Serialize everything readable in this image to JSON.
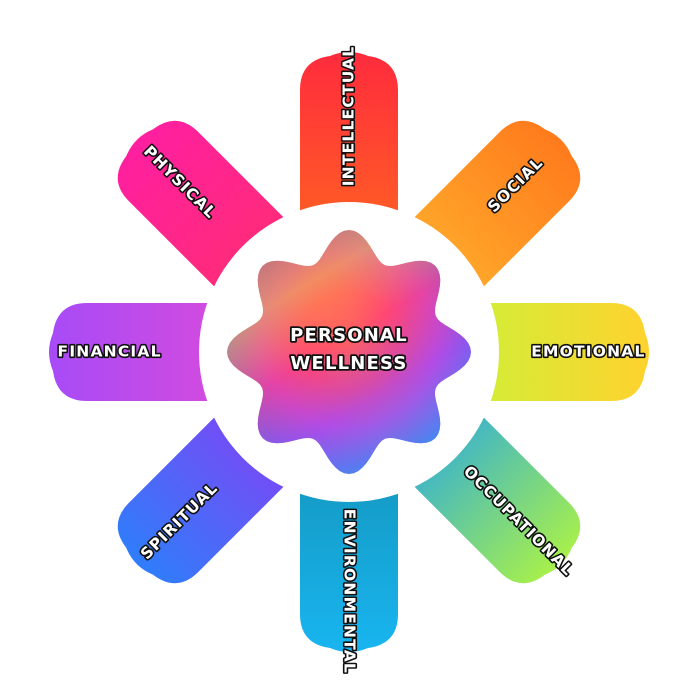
{
  "diagram": {
    "center": {
      "line1": "PERSONAL",
      "line2": "WELLNESS"
    },
    "petals": [
      {
        "key": "intellectual",
        "label": "INTELLECTUAL",
        "color_a": "#ff2b3d",
        "color_b": "#ff6a1f"
      },
      {
        "key": "social",
        "label": "SOCIAL",
        "color_a": "#ff7a1c",
        "color_b": "#ffb52e"
      },
      {
        "key": "emotional",
        "label": "EMOTIONAL",
        "color_a": "#ffd22e",
        "color_b": "#c6f53a"
      },
      {
        "key": "occupational",
        "label": "OCCUPATIONAL",
        "color_a": "#a8f04a",
        "color_b": "#1fa3ee"
      },
      {
        "key": "environmental",
        "label": "ENVIRONMENTAL",
        "color_a": "#19b5f0",
        "color_b": "#1393b8"
      },
      {
        "key": "spiritual",
        "label": "SPIRITUAL",
        "color_a": "#2f7dfa",
        "color_b": "#8b3df5"
      },
      {
        "key": "financial",
        "label": "FINANCIAL",
        "color_a": "#a74bf7",
        "color_b": "#e04bd8"
      },
      {
        "key": "physical",
        "label": "PHYSICAL",
        "color_a": "#ff1fa0",
        "color_b": "#ff2f6d"
      }
    ]
  }
}
